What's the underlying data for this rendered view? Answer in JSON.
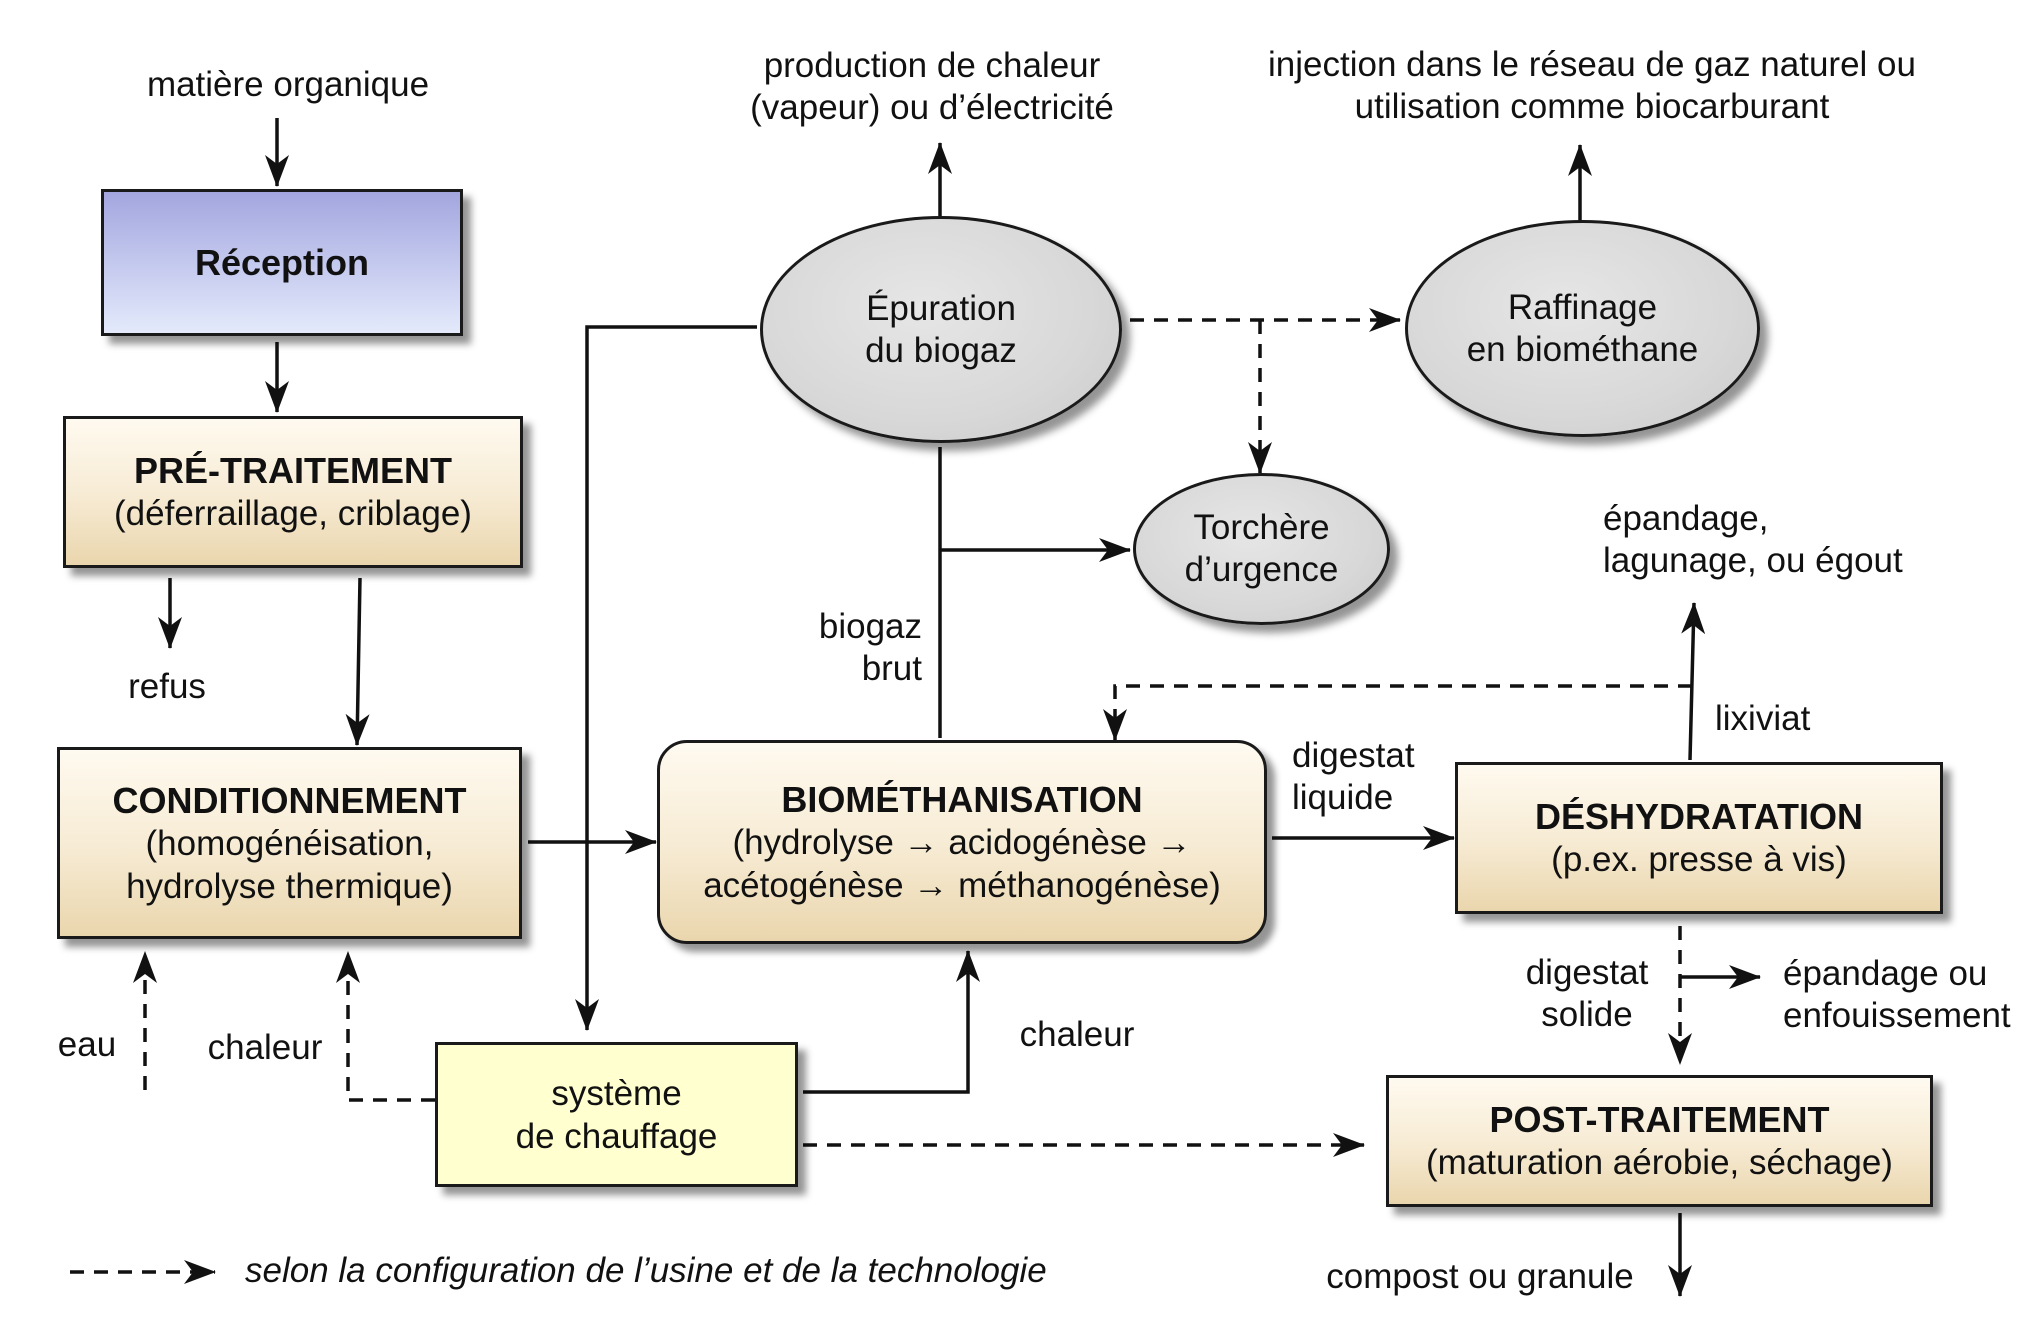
{
  "input_label": "matière organique",
  "reception": {
    "title": "Réception"
  },
  "pretraitement": {
    "title": "PRÉ-TRAITEMENT",
    "subtitle": "(déferraillage, criblage)"
  },
  "refus_label": "refus",
  "conditionnement": {
    "title": "CONDITIONNEMENT",
    "subtitle_line1": "(homogénéisation,",
    "subtitle_line2": "hydrolyse thermique)"
  },
  "eau_label": "eau",
  "chaleur_left_label": "chaleur",
  "chauffage": {
    "line1": "système",
    "line2": "de chauffage"
  },
  "chaleur_middle_label": "chaleur",
  "biomethanisation": {
    "title": "BIOMÉTHANISATION",
    "subtitle_line1": "(hydrolyse → acidogénèse →",
    "subtitle_line2": "acétogénèse → méthanogénèse)"
  },
  "biogaz_brut": {
    "line1": "biogaz",
    "line2": "brut"
  },
  "epuration": {
    "line1": "Épuration",
    "line2": "du biogaz"
  },
  "production_label": {
    "line1": "production de chaleur",
    "line2": "(vapeur) ou d’électricité"
  },
  "raffinage": {
    "line1": "Raffinage",
    "line2": "en biométhane"
  },
  "injection_label": {
    "line1": "injection dans le réseau de gaz naturel ou",
    "line2": "utilisation comme biocarburant"
  },
  "torchere": {
    "line1": "Torchère",
    "line2": "d’urgence"
  },
  "digestat_liquide": {
    "line1": "digestat",
    "line2": "liquide"
  },
  "deshydratation": {
    "title": "DÉSHYDRATATION",
    "subtitle": "(p.ex. presse à vis)"
  },
  "lixiviat_label": "lixiviat",
  "epandage_lagunage": {
    "line1": "épandage,",
    "line2": "lagunage, ou égout"
  },
  "digestat_solide": {
    "line1": "digestat",
    "line2": "solide"
  },
  "epandage_enfouissement": {
    "line1": "épandage ou",
    "line2": "enfouissement"
  },
  "posttraitement": {
    "title": "POST-TRAITEMENT",
    "subtitle": "(maturation aérobie, séchage)"
  },
  "compost_label": "compost ou granule",
  "legend": {
    "text": "selon la configuration de l’usine et de la technologie"
  }
}
